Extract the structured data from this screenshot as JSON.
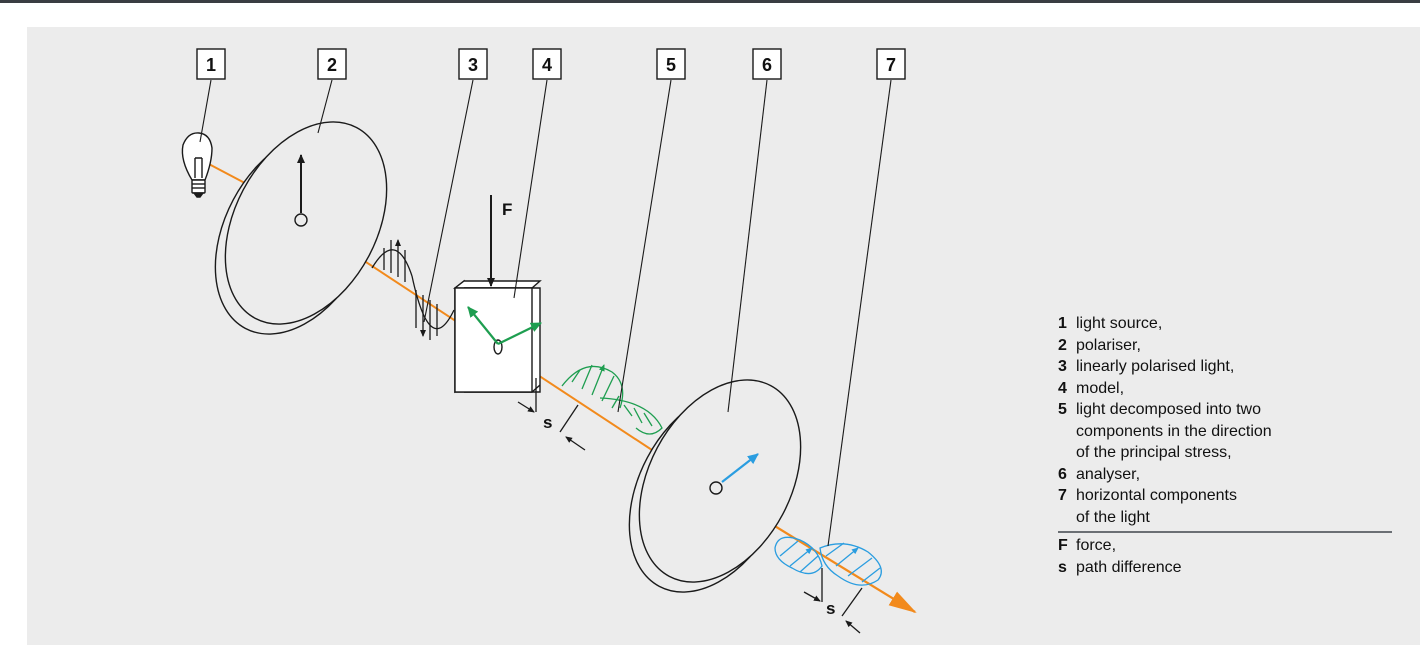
{
  "labels": {
    "box1": "1",
    "box2": "2",
    "box3": "3",
    "box4": "4",
    "box5": "5",
    "box6": "6",
    "box7": "7",
    "force": "F",
    "path_diff_a": "s",
    "path_diff_b": "s"
  },
  "legend": {
    "items": [
      {
        "key": "1",
        "text": "light source,",
        "cont": []
      },
      {
        "key": "2",
        "text": "polariser,",
        "cont": []
      },
      {
        "key": "3",
        "text": "linearly polarised light,",
        "cont": []
      },
      {
        "key": "4",
        "text": "model,",
        "cont": []
      },
      {
        "key": "5",
        "text": "light decomposed into two",
        "cont": [
          "components in the direction",
          "of the principal stress,"
        ]
      },
      {
        "key": "6",
        "text": "analyser,",
        "cont": []
      },
      {
        "key": "7",
        "text": "horizontal components",
        "cont": [
          "of the light"
        ]
      }
    ],
    "symbols": [
      {
        "key": "F",
        "text": "force,"
      },
      {
        "key": "s",
        "text": "path difference"
      }
    ]
  },
  "colors": {
    "beam": "#f28a1c",
    "green": "#1e9e50",
    "blue": "#2a9de0",
    "line": "#1a1a1a",
    "panel": "#ececec"
  }
}
